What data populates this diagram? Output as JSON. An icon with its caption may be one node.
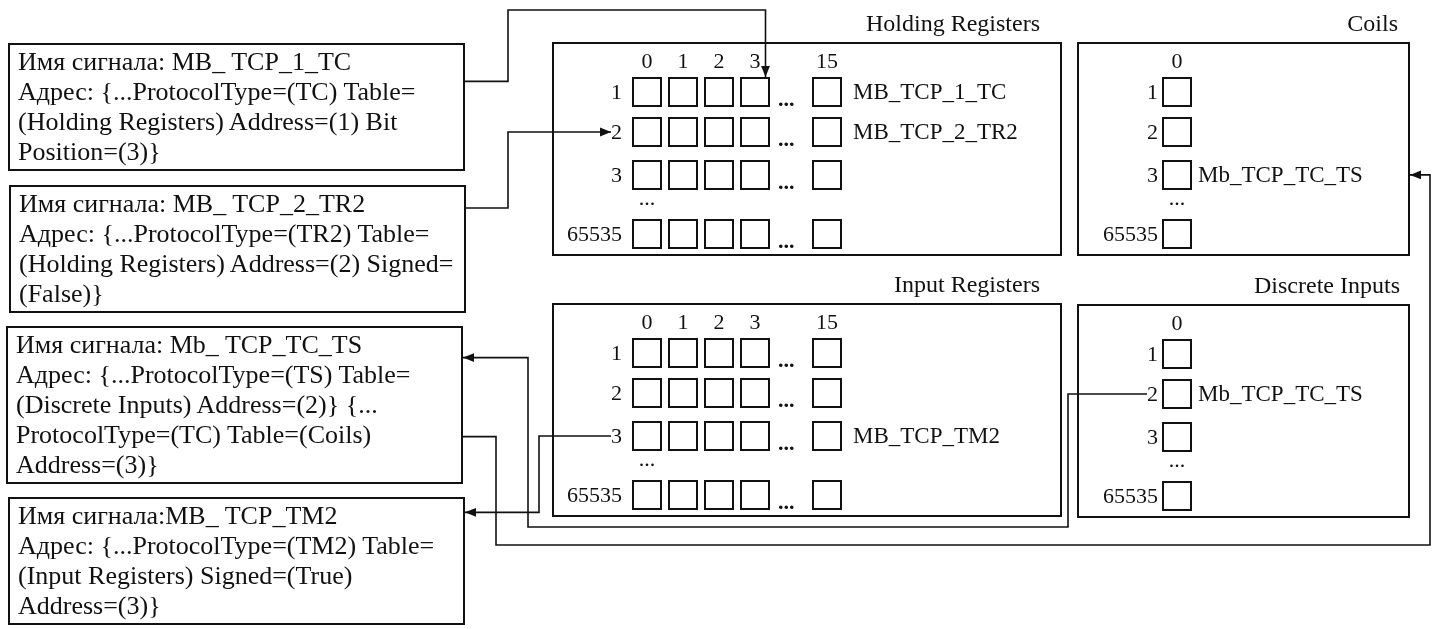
{
  "diagram": {
    "nodes": [
      {
        "text": [
          "Имя сигнала: MB_ TCP_1_TC",
          "Адрес: {...ProtocolType=(TC) Table= (Holding Registers) Address=(1) Bit Position=(3)}"
        ]
      },
      {
        "text": [
          "Имя сигнала: MB_ TCP_2_TR2",
          "Адрес: {...ProtocolType=(TR2) Table= (Holding Registers) Address=(2) Signed=(False)}"
        ]
      },
      {
        "text": [
          "Имя сигнала: Mb_ TCP_TC_TS",
          "Адрес: {...ProtocolType=(TS) Table= (Discrete Inputs) Address=(2)} {... ProtocolType=(TC) Table=(Coils) Address=(3)}"
        ]
      },
      {
        "text": [
          "Имя сигнала:MB_ TCP_TM2",
          "Адрес: {...ProtocolType=(TM2) Table= (Input Registers) Signed=(True) Address=(3)}"
        ]
      },
      {
        "text": [
          "Holding Registers"
        ]
      },
      {
        "text": [],
        "shape": "box",
        "in": 4
      },
      {
        "text": [
          "2"
        ],
        "in": 4
      },
      {
        "text": [
          "Coils"
        ]
      },
      {
        "text": [
          "Input Registers"
        ]
      },
      {
        "text": [
          "3"
        ],
        "in": 8
      },
      {
        "text": [
          "Discrete Inputs"
        ]
      },
      {
        "text": [
          "2"
        ],
        "in": 10
      }
    ],
    "edges": [
      {
        "from": 0,
        "to": 5,
        "arrow": "to"
      },
      {
        "from": 1,
        "to": 6,
        "arrow": "to"
      },
      {
        "from": 9,
        "to": 3,
        "arrow": "to"
      },
      {
        "from": 11,
        "to": 2,
        "arrow": "to"
      },
      {
        "from": 2,
        "to": 7,
        "arrow": "to"
      }
    ],
    "labels": [
      "0",
      "1",
      "2",
      "3",
      "15",
      "1",
      "...",
      "MB_TCP_1_TC",
      "...",
      "MB_TCP_2_TR2",
      "3",
      "...",
      "...",
      "65535",
      "...",
      "0",
      "1",
      "2",
      "3",
      "Mb_TCP_TC_TS",
      "...",
      "65535",
      "0",
      "1",
      "2",
      "3",
      "15",
      "1",
      "...",
      "2",
      "...",
      "...",
      "MB_TCP_TM2",
      "...",
      "65535",
      "...",
      "0",
      "1",
      "Mb_TCP_TC_TS",
      "3",
      "...",
      "65535"
    ]
  }
}
